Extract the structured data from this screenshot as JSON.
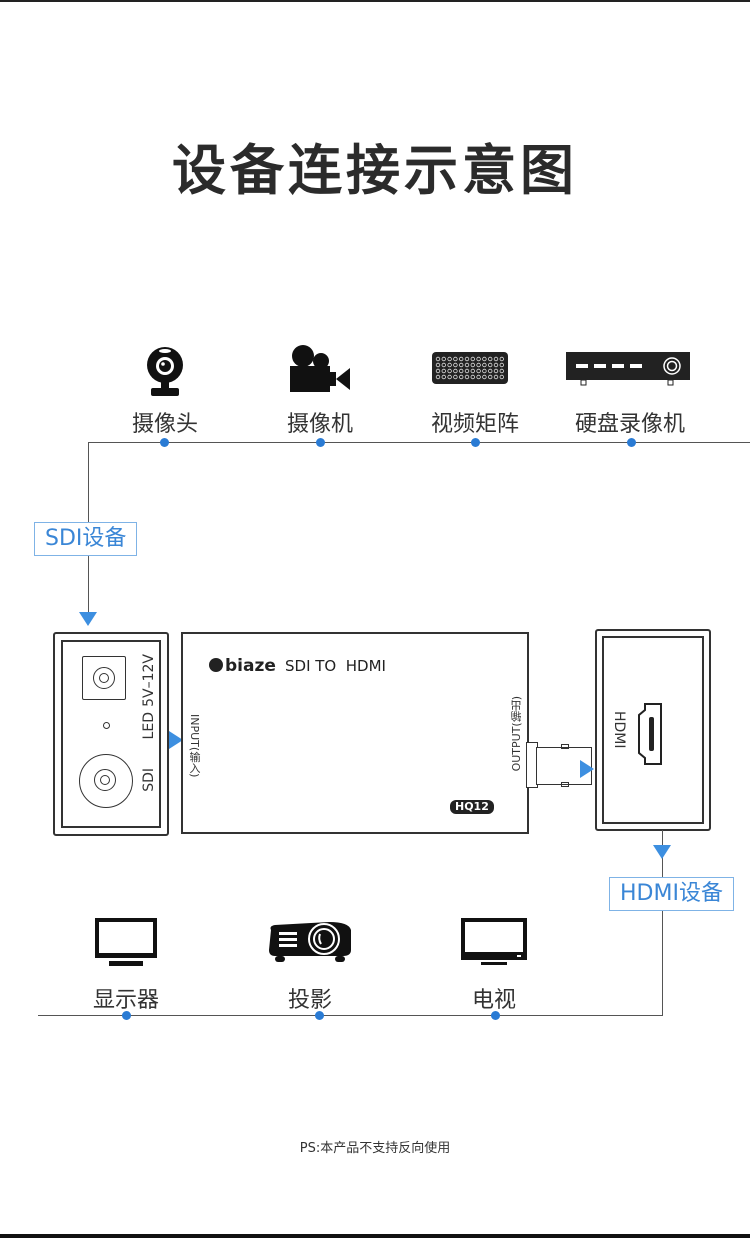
{
  "title": "设备连接示意图",
  "source_devices": [
    {
      "icon": "webcam-icon",
      "label": "摄像头"
    },
    {
      "icon": "video-camera-icon",
      "label": "摄像机"
    },
    {
      "icon": "video-matrix-icon",
      "label": "视频矩阵"
    },
    {
      "icon": "dvr-icon",
      "label": "硬盘录像机"
    }
  ],
  "sdi_tag": "SDI设备",
  "hdmi_tag": "HDMI设备",
  "input_panel": {
    "power_label": "5V–12V",
    "led_label": "LED",
    "sdi_label": "SDI"
  },
  "converter": {
    "brand": "biaze",
    "product": "SDI TO  HDMI",
    "input_label": "INPUT(输入)",
    "output_label": "OUTPUT(输出)",
    "model": "HQ12"
  },
  "output_panel": {
    "hdmi_label": "HDMI"
  },
  "sink_devices": [
    {
      "icon": "monitor-icon",
      "label": "显示器"
    },
    {
      "icon": "projector-icon",
      "label": "投影"
    },
    {
      "icon": "tv-icon",
      "label": "电视"
    }
  ],
  "note": "PS:本产品不支持反向使用",
  "colors": {
    "accent": "#2a7bd4",
    "tag_text": "#3a86d6",
    "line": "#555555"
  }
}
